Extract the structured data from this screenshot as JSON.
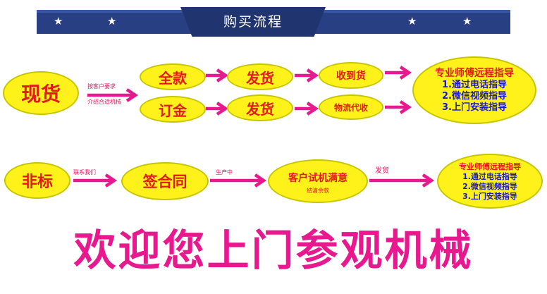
{
  "header": {
    "title": "购买流程"
  },
  "row1": {
    "start": "现货",
    "start_note_line1": "按客户要求",
    "start_note_line2": "介绍合适机械",
    "branch_a": [
      "全款",
      "发货",
      "收到货"
    ],
    "branch_b": [
      "订金",
      "发货",
      "物流代收"
    ],
    "guide": {
      "heading": "专业师傅远程指导",
      "items": [
        "1.通过电话指导",
        "2.微信视频指导",
        "3.上门安装指导"
      ]
    }
  },
  "row2": {
    "start": "非标",
    "note_contact": "联系我们",
    "sign": "签合同",
    "note_production": "生产中",
    "trial": "客户试机满意",
    "trial_sub": "结清余款",
    "note_ship": "发货",
    "guide": {
      "heading": "专业师傅远程指导",
      "items": [
        "1.通过电话指导",
        "2.微信视频指导",
        "3.上门安装指导"
      ]
    }
  },
  "footer": {
    "welcome": "欢迎您上门参观机械"
  },
  "colors": {
    "banner": "#283f84",
    "oval_fill": "#fff21a",
    "text_red": "#e21a1a",
    "text_blue": "#1a1acc",
    "arrow": "#e8198f"
  }
}
